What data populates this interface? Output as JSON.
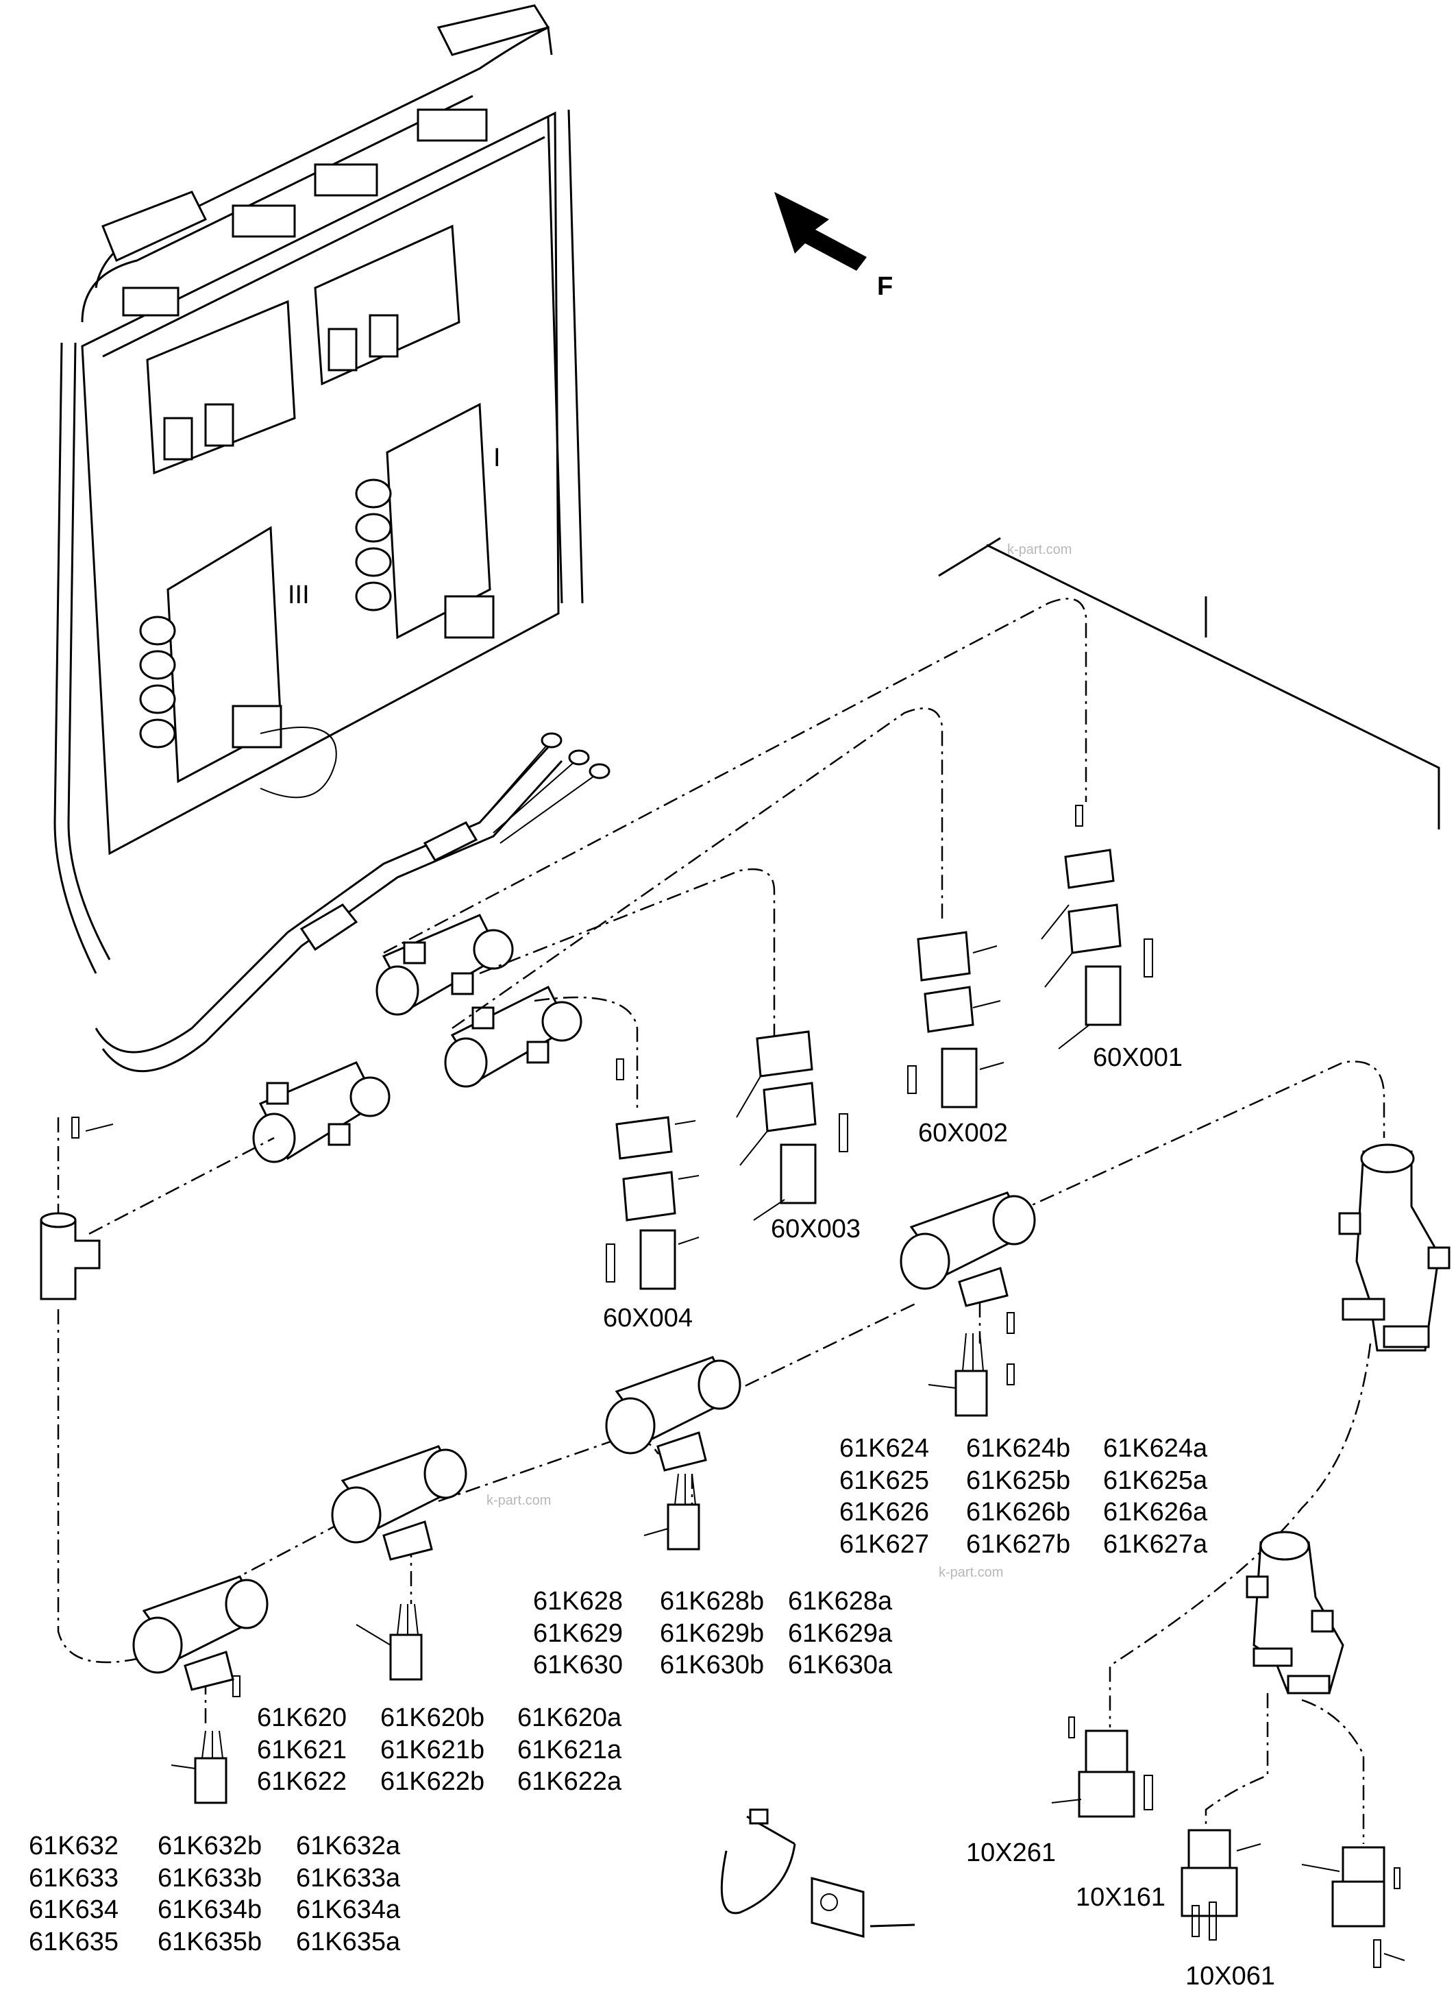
{
  "direction_label": "F",
  "watermark": "k-part.com",
  "connector_labels": {
    "c1": "60X001",
    "c2": "60X002",
    "c3": "60X003",
    "c4": "60X004",
    "c5": "10X261",
    "c6": "10X161",
    "c7": "10X061"
  },
  "sensor_groups": {
    "g624": {
      "col1": [
        "61K624",
        "61K625",
        "61K626",
        "61K627"
      ],
      "col2": [
        "61K624b",
        "61K625b",
        "61K626b",
        "61K627b"
      ],
      "col3": [
        "61K624a",
        "61K625a",
        "61K626a",
        "61K627a"
      ]
    },
    "g628": {
      "col1": [
        "61K628",
        "61K629",
        "61K630"
      ],
      "col2": [
        "61K628b",
        "61K629b",
        "61K630b"
      ],
      "col3": [
        "61K628a",
        "61K629a",
        "61K630a"
      ]
    },
    "g620": {
      "col1": [
        "61K620",
        "61K621",
        "61K622"
      ],
      "col2": [
        "61K620b",
        "61K621b",
        "61K622b"
      ],
      "col3": [
        "61K620a",
        "61K621a",
        "61K622a"
      ]
    },
    "g632": {
      "col1": [
        "61K632",
        "61K633",
        "61K634",
        "61K635"
      ],
      "col2": [
        "61K632b",
        "61K633b",
        "61K634b",
        "61K635b"
      ],
      "col3": [
        "61K632a",
        "61K633a",
        "61K634a",
        "61K635a"
      ]
    }
  }
}
